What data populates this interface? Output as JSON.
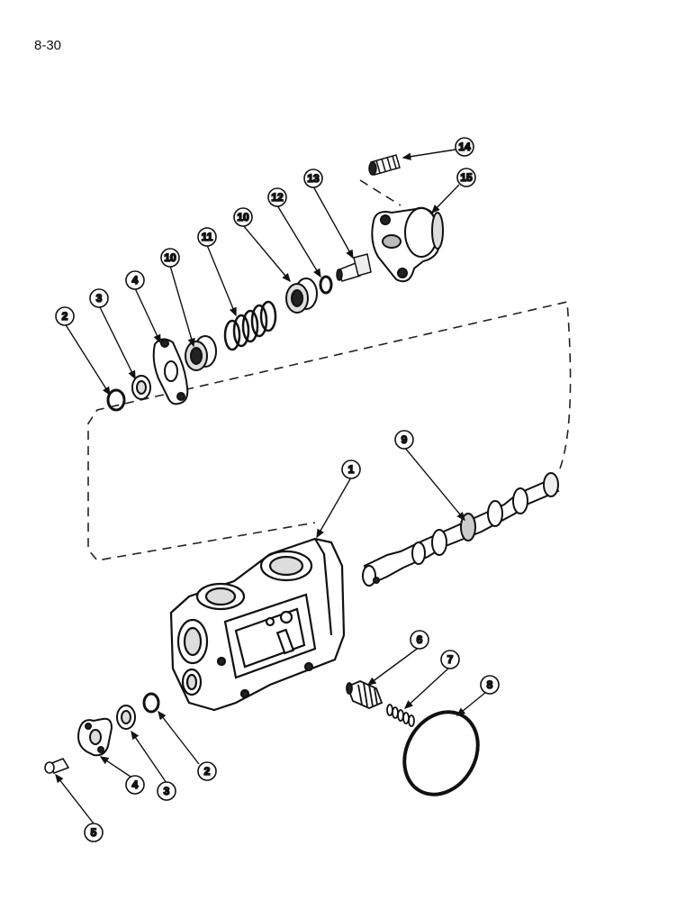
{
  "page_number": "8-30",
  "callouts": {
    "c1": "1",
    "c2a": "2",
    "c2b": "2",
    "c3a": "3",
    "c3b": "3",
    "c4a": "4",
    "c4b": "4",
    "c5": "5",
    "c6": "6",
    "c7": "7",
    "c8": "8",
    "c9": "9",
    "c10a": "10",
    "c10b": "10",
    "c11": "11",
    "c12": "12",
    "c13": "13",
    "c14": "14",
    "c15": "15"
  }
}
